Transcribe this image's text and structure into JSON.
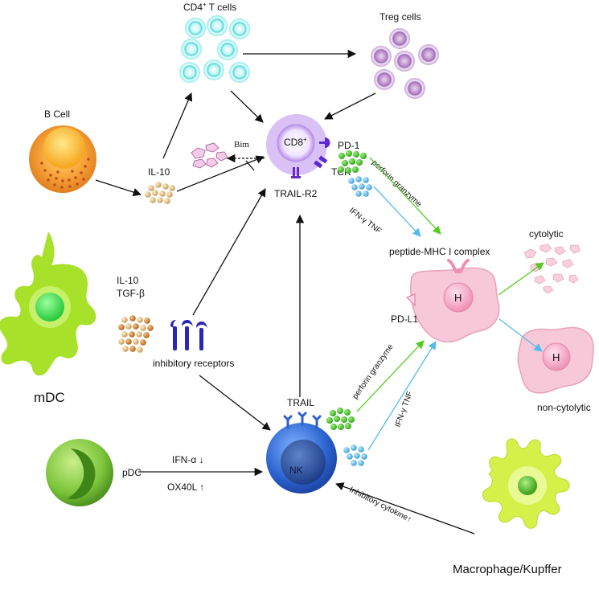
{
  "labels": {
    "cd4": "CD4",
    "cd4_sup": "+",
    "cd4_suffix": " T cells",
    "treg": "Treg cells",
    "bcell": "B Cell",
    "il10_b": "IL-10",
    "bim": "Bim",
    "cd8": "CD8",
    "cd8_sup": "+",
    "pd1": "PD-1",
    "tcr": "TCR",
    "trail_r2": "TRAIL-R2",
    "perforin_granzyme_top": "perforin granzyme",
    "ifn_tnf_top": "IFN-γ TNF",
    "peptide_mhc": "peptide-MHC I complex",
    "cytolytic": "cytolytic",
    "hep_h1": "H",
    "pd_l1": "PD-L1",
    "hep_h2": "H",
    "non_cytolytic": "non-cytolytic",
    "il10_mdc": "IL-10",
    "tgfb_mdc": "TGF-β",
    "inhibitory_receptors": "inhibitory receptors",
    "mdc": "mDC",
    "trail": "TRAIL",
    "perforin_granzyme_nk": "perforin granzyme",
    "ifn_tnf_nk": "IFN-γ TNF",
    "nk": "NK",
    "pdc": "pDC",
    "ifn_alpha": "IFN-α ↓",
    "ox40l": "OX40L ↑",
    "inhibitory_cytokine": "Inhibitory cytokine↑",
    "macrophage": "Macrophage/Kupffer"
  },
  "colors": {
    "arrow": "#111111",
    "green_arrow": "#55cc22",
    "blue_arrow": "#55bbee",
    "cd4_cell": "#7fe6e6",
    "treg_cell": "#c9a0d6",
    "cd8_cell": "#d8bdf2",
    "hepatocyte": "#f7c4d4",
    "nk_cell": "#2f6fd6",
    "mdc": "#a8e020",
    "bcell": "#f39a2e",
    "receptor_blue": "#2a2ab0"
  }
}
